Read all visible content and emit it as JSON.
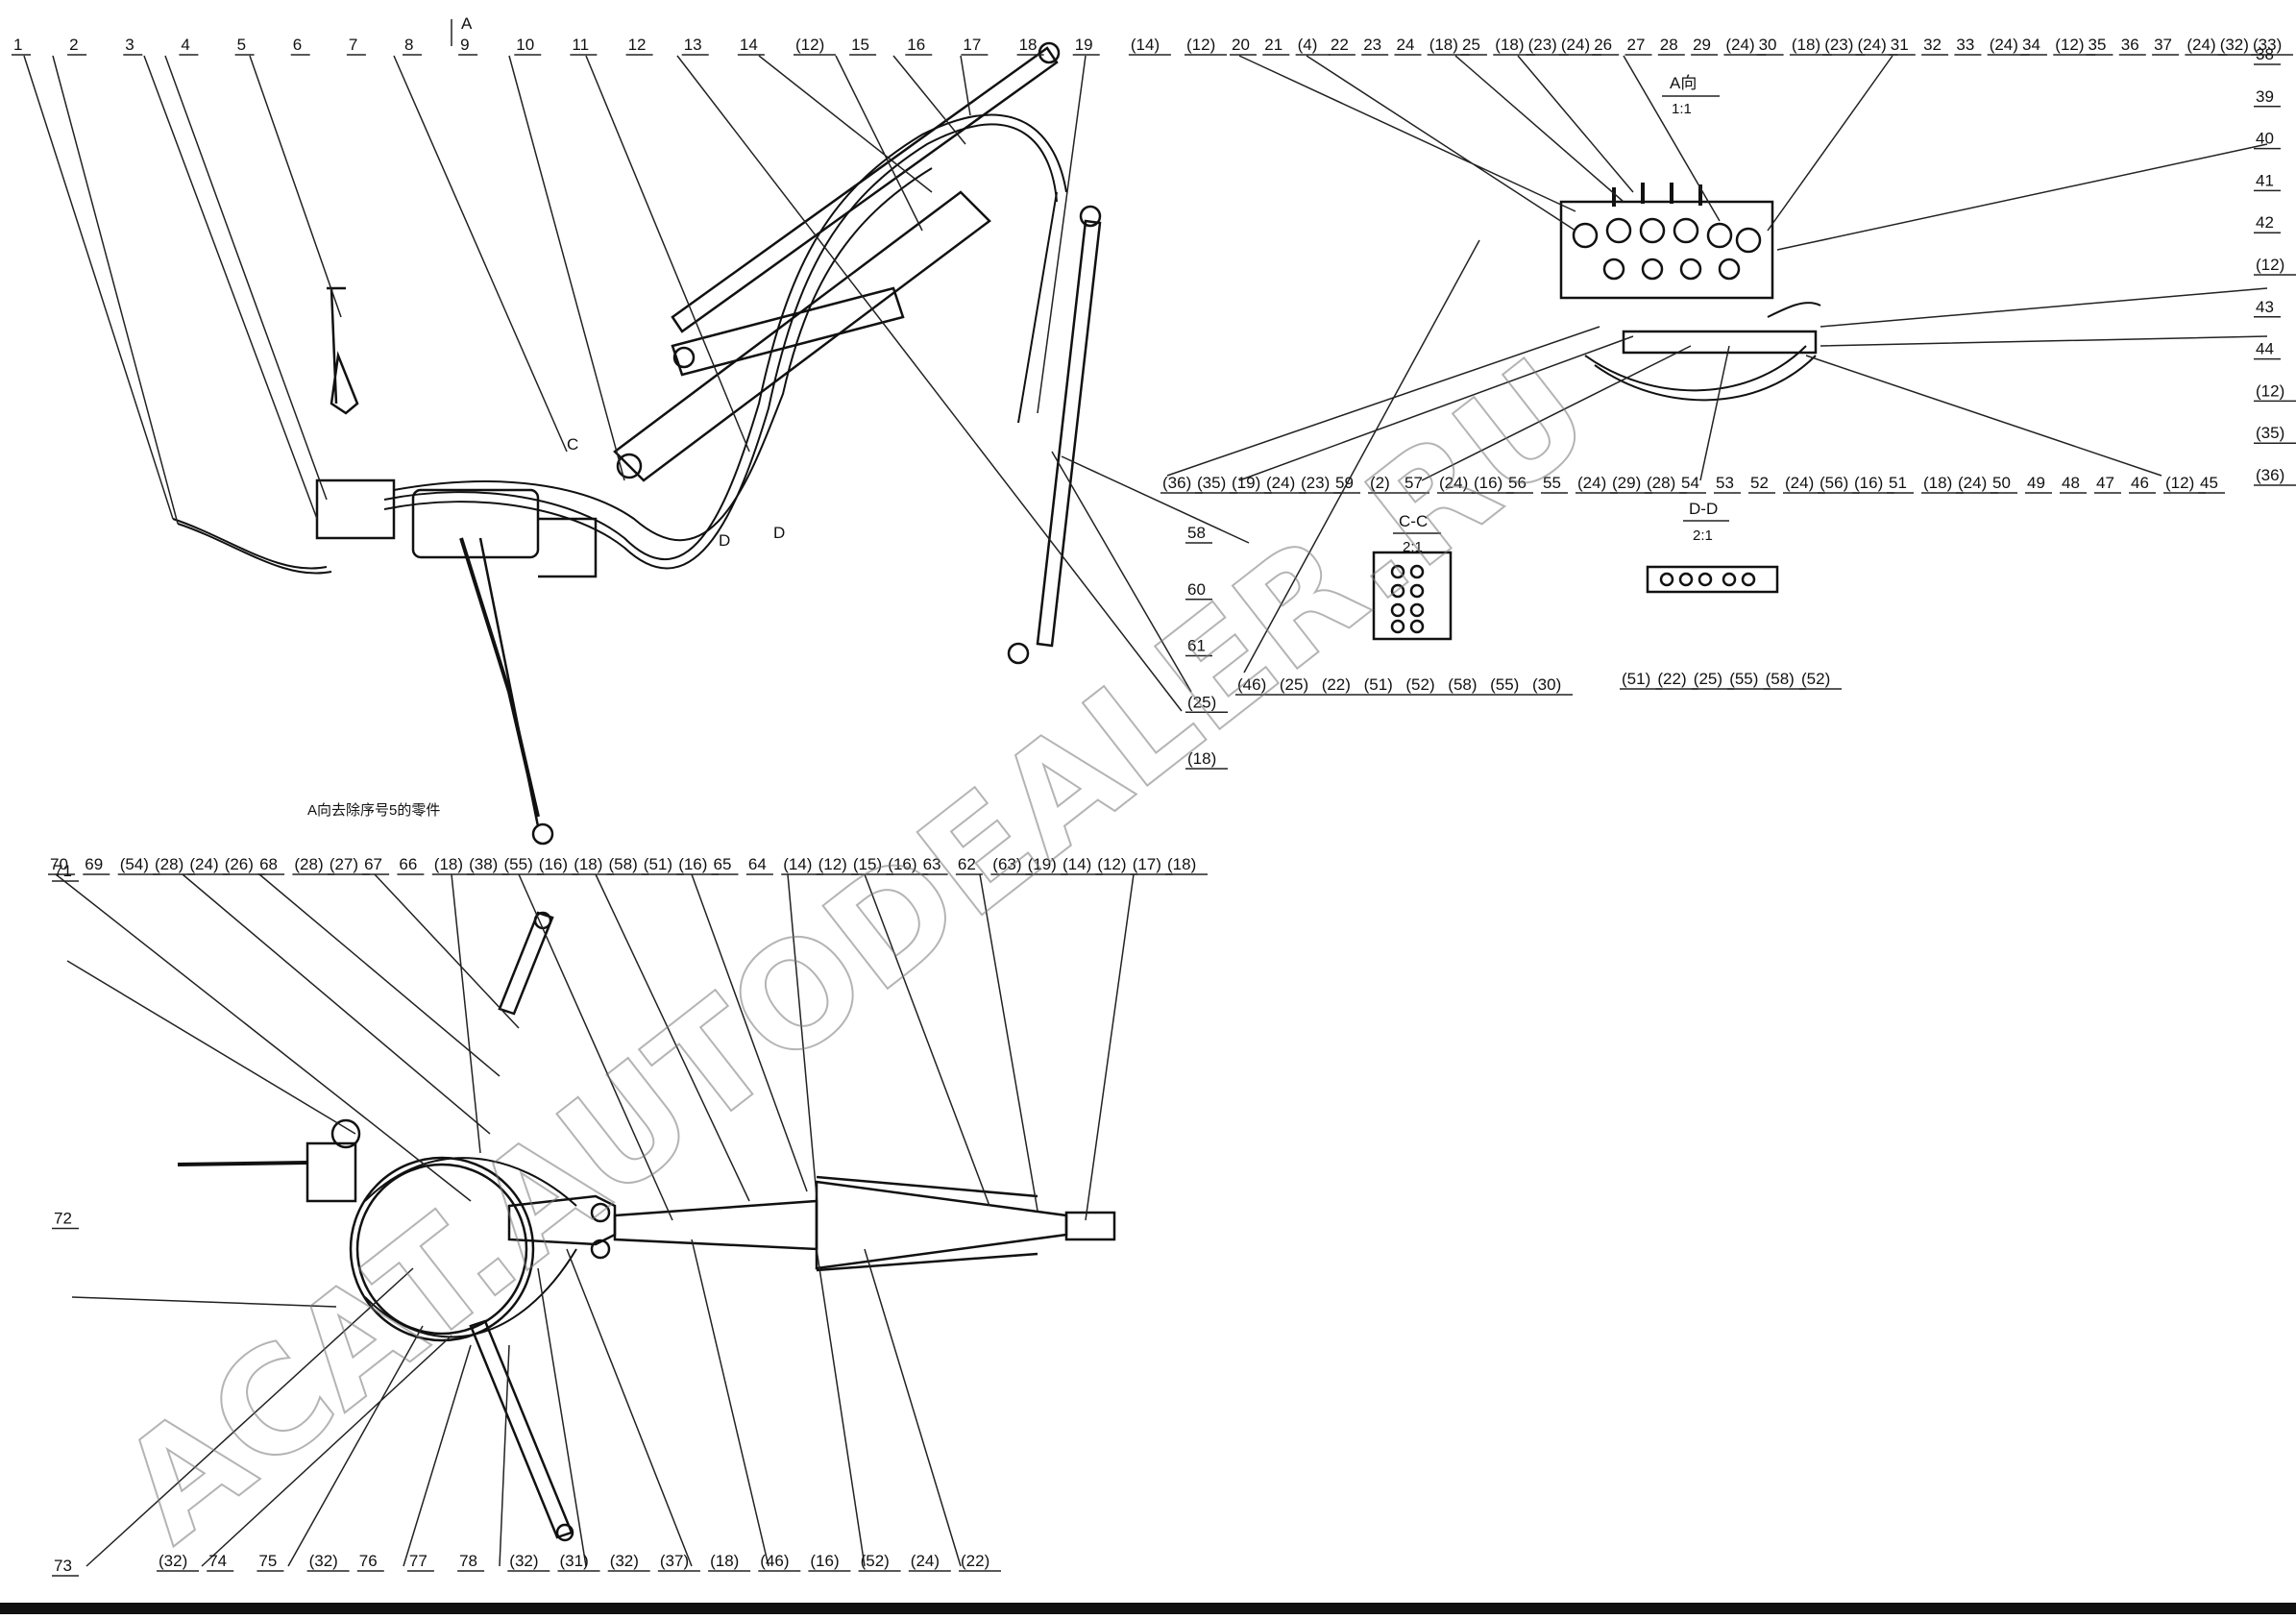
{
  "watermark": "ACAT.AUTODEALER.RU",
  "view_marker": "A",
  "view_a": {
    "title": "A向",
    "scale": "1:1"
  },
  "section_cc": {
    "title": "C-C",
    "scale": "2:1"
  },
  "section_dd": {
    "title": "D-D",
    "scale": "2:1"
  },
  "top_left_callouts": [
    "1",
    "2",
    "3",
    "4",
    "5",
    "6",
    "7",
    "8",
    "9",
    "10",
    "11",
    "12",
    "13",
    "14",
    "(12)",
    "15",
    "16",
    "17",
    "18",
    "19",
    "(14)",
    "(12)"
  ],
  "top_right_callouts": [
    "20",
    "21",
    "(4)",
    "22",
    "23",
    "24",
    "(18)",
    "25",
    "(18)",
    "(23)",
    "(24)",
    "26",
    "27",
    "28",
    "29",
    "(24)",
    "30",
    "(18)",
    "(23)",
    "(24)",
    "31",
    "32",
    "33",
    "(24)",
    "34",
    "(12)",
    "35",
    "36",
    "37",
    "(24)",
    "(32)",
    "(33)"
  ],
  "right_column_callouts": [
    "38",
    "39",
    "40",
    "41",
    "42",
    "(12)",
    "43",
    "44",
    "(12)",
    "(35)",
    "(36)"
  ],
  "valve_row_callouts": [
    "(36)",
    "(35)",
    "(19)",
    "(24)",
    "(23)",
    "59",
    "(2)",
    "57",
    "(24)",
    "(16)",
    "56",
    "55",
    "(24)",
    "(29)",
    "(28)",
    "54",
    "53",
    "52",
    "(24)",
    "(56)",
    "(16)",
    "51",
    "(18)",
    "(24)",
    "50",
    "49",
    "48",
    "47",
    "46",
    "(12)",
    "45"
  ],
  "mid_callouts": [
    "58",
    "60",
    "61",
    "(25)",
    "(18)"
  ],
  "cc_callouts": [
    "(46)",
    "(25)",
    "(22)",
    "(51)",
    "(52)",
    "(58)",
    "(55)",
    "(30)"
  ],
  "dd_callouts": [
    "(51)",
    "(22)",
    "(25)",
    "(55)",
    "(58)",
    "(52)"
  ],
  "bottom_top_callouts": [
    "70",
    "69",
    "(54)",
    "(28)",
    "(24)",
    "(26)",
    "68",
    "(28)",
    "(27)",
    "67",
    "66",
    "(18)",
    "(38)",
    "(55)",
    "(16)",
    "(18)",
    "(58)",
    "(51)",
    "(16)",
    "65",
    "64",
    "(14)",
    "(12)",
    "(15)",
    "(16)",
    "63",
    "62",
    "(63)",
    "(19)",
    "(14)",
    "(12)",
    "(17)",
    "(18)"
  ],
  "bottom_left_callouts": [
    "71",
    "72",
    "73"
  ],
  "bottom_callouts": [
    "(32)",
    "74",
    "75",
    "(32)",
    "76",
    "77",
    "78",
    "(32)",
    "(31)",
    "(32)",
    "(37)",
    "(18)",
    "(46)",
    "(16)",
    "(52)",
    "(24)",
    "(22)"
  ],
  "note_label": "A向去除序号5的零件",
  "section_marks": {
    "c": "C",
    "d1": "D",
    "d2": "D"
  }
}
